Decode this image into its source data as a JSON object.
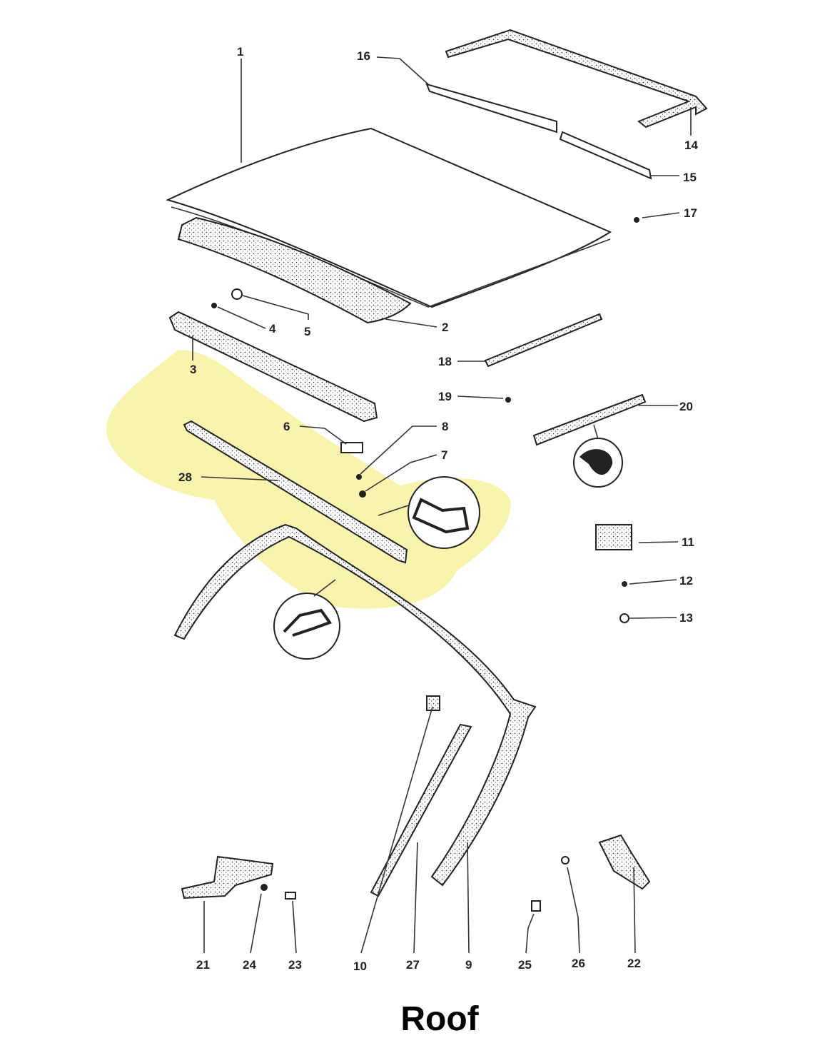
{
  "title": "Roof",
  "highlight_color": "#f7f2a0",
  "labels": {
    "p1": "1",
    "p2": "2",
    "p3": "3",
    "p4": "4",
    "p5": "5",
    "p6": "6",
    "p7": "7",
    "p8": "8",
    "p9": "9",
    "p10": "10",
    "p11": "11",
    "p12": "12",
    "p13": "13",
    "p14": "14",
    "p15": "15",
    "p16": "16",
    "p17": "17",
    "p18": "18",
    "p19": "19",
    "p20": "20",
    "p21": "21",
    "p22": "22",
    "p23": "23",
    "p24": "24",
    "p25": "25",
    "p26": "26",
    "p27": "27",
    "p28": "28"
  }
}
